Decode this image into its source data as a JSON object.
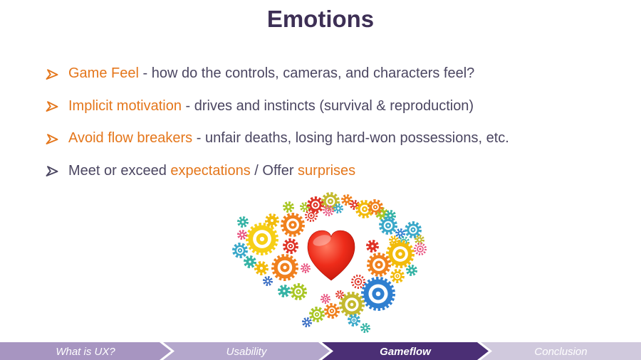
{
  "slide": {
    "title": "Emotions",
    "colors": {
      "title": "#3D2F55",
      "body": "#4B4661",
      "accent": "#E4761B"
    },
    "bullets": [
      {
        "marker": "arrow",
        "marker_color": "#E4761B",
        "segments": [
          {
            "text": "Game Feel",
            "accent": true
          },
          {
            "text": " - how do the controls, cameras, and characters feel?",
            "accent": false
          }
        ]
      },
      {
        "marker": "arrow",
        "marker_color": "#E4761B",
        "segments": [
          {
            "text": "Implicit motivation",
            "accent": true
          },
          {
            "text": " - drives and instincts (survival & reproduction)",
            "accent": false
          }
        ]
      },
      {
        "marker": "arrow",
        "marker_color": "#E4761B",
        "segments": [
          {
            "text": "Avoid flow breakers",
            "accent": true
          },
          {
            "text": " - unfair deaths, losing hard-won possessions, etc.",
            "accent": false
          }
        ]
      },
      {
        "marker": "arrow",
        "marker_color": "#4B4661",
        "segments": [
          {
            "text": "Meet or exceed ",
            "accent": false
          },
          {
            "text": "expectations",
            "accent": true
          },
          {
            "text": " / Offer ",
            "accent": false
          },
          {
            "text": "surprises",
            "accent": true
          }
        ]
      }
    ],
    "illustration": {
      "name": "brain-of-gears-with-heart",
      "heart_color": "#E02A1E",
      "gear_palette": {
        "orange": "#F0801E",
        "gold": "#F2BB0C",
        "yellow": "#F6CF16",
        "red": "#DF3326",
        "pink": "#E85480",
        "lime": "#A9C625",
        "olive": "#C3B92E",
        "teal": "#35B3A5",
        "tealblue": "#3AA8C9",
        "blue": "#2F7FD0",
        "blue2": "#3B6FC4"
      }
    }
  },
  "nav": {
    "text_color": "#FFFFFF",
    "items": [
      {
        "label": "What is UX?",
        "color": "#A795C1",
        "active": false
      },
      {
        "label": "Usability",
        "color": "#B4A7CC",
        "active": false
      },
      {
        "label": "Gameflow",
        "color": "#4B2F75",
        "active": true
      },
      {
        "label": "Conclusion",
        "color": "#D0C9DD",
        "active": false
      }
    ]
  }
}
